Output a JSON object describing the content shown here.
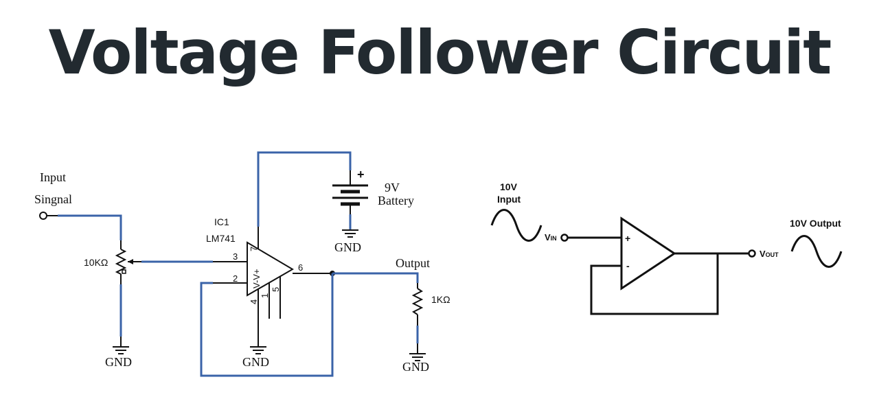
{
  "title": "Voltage Follower Circuit",
  "colors": {
    "title": "#222a30",
    "wire": "#3a63a8",
    "line": "#111111"
  },
  "left_schematic": {
    "input_label_line1": "Input",
    "input_label_line2": "Singnal",
    "pot_label": "10KΩ",
    "ic_ref": "IC1",
    "ic_part": "LM741",
    "pin_7": "7",
    "pin_3": "3",
    "pin_2": "2",
    "pin_6": "6",
    "pin_4": "4",
    "pin_1": "1",
    "pin_5": "5",
    "opamp_text": "V-V+",
    "plus_sign": "+",
    "battery_value": "9V",
    "battery_label": "Battery",
    "output_label": "Output",
    "load_label": "1KΩ",
    "gnd_pot": "GND",
    "gnd_ic": "GND",
    "gnd_battery": "GND",
    "gnd_load": "GND"
  },
  "right_schematic": {
    "input_line1": "10V",
    "input_line2": "Input",
    "vin_main": "V",
    "vin_sub": "IN",
    "plus": "+",
    "minus": "-",
    "vout_main": "V",
    "vout_sub": "OUT",
    "output_label": "10V Output"
  }
}
